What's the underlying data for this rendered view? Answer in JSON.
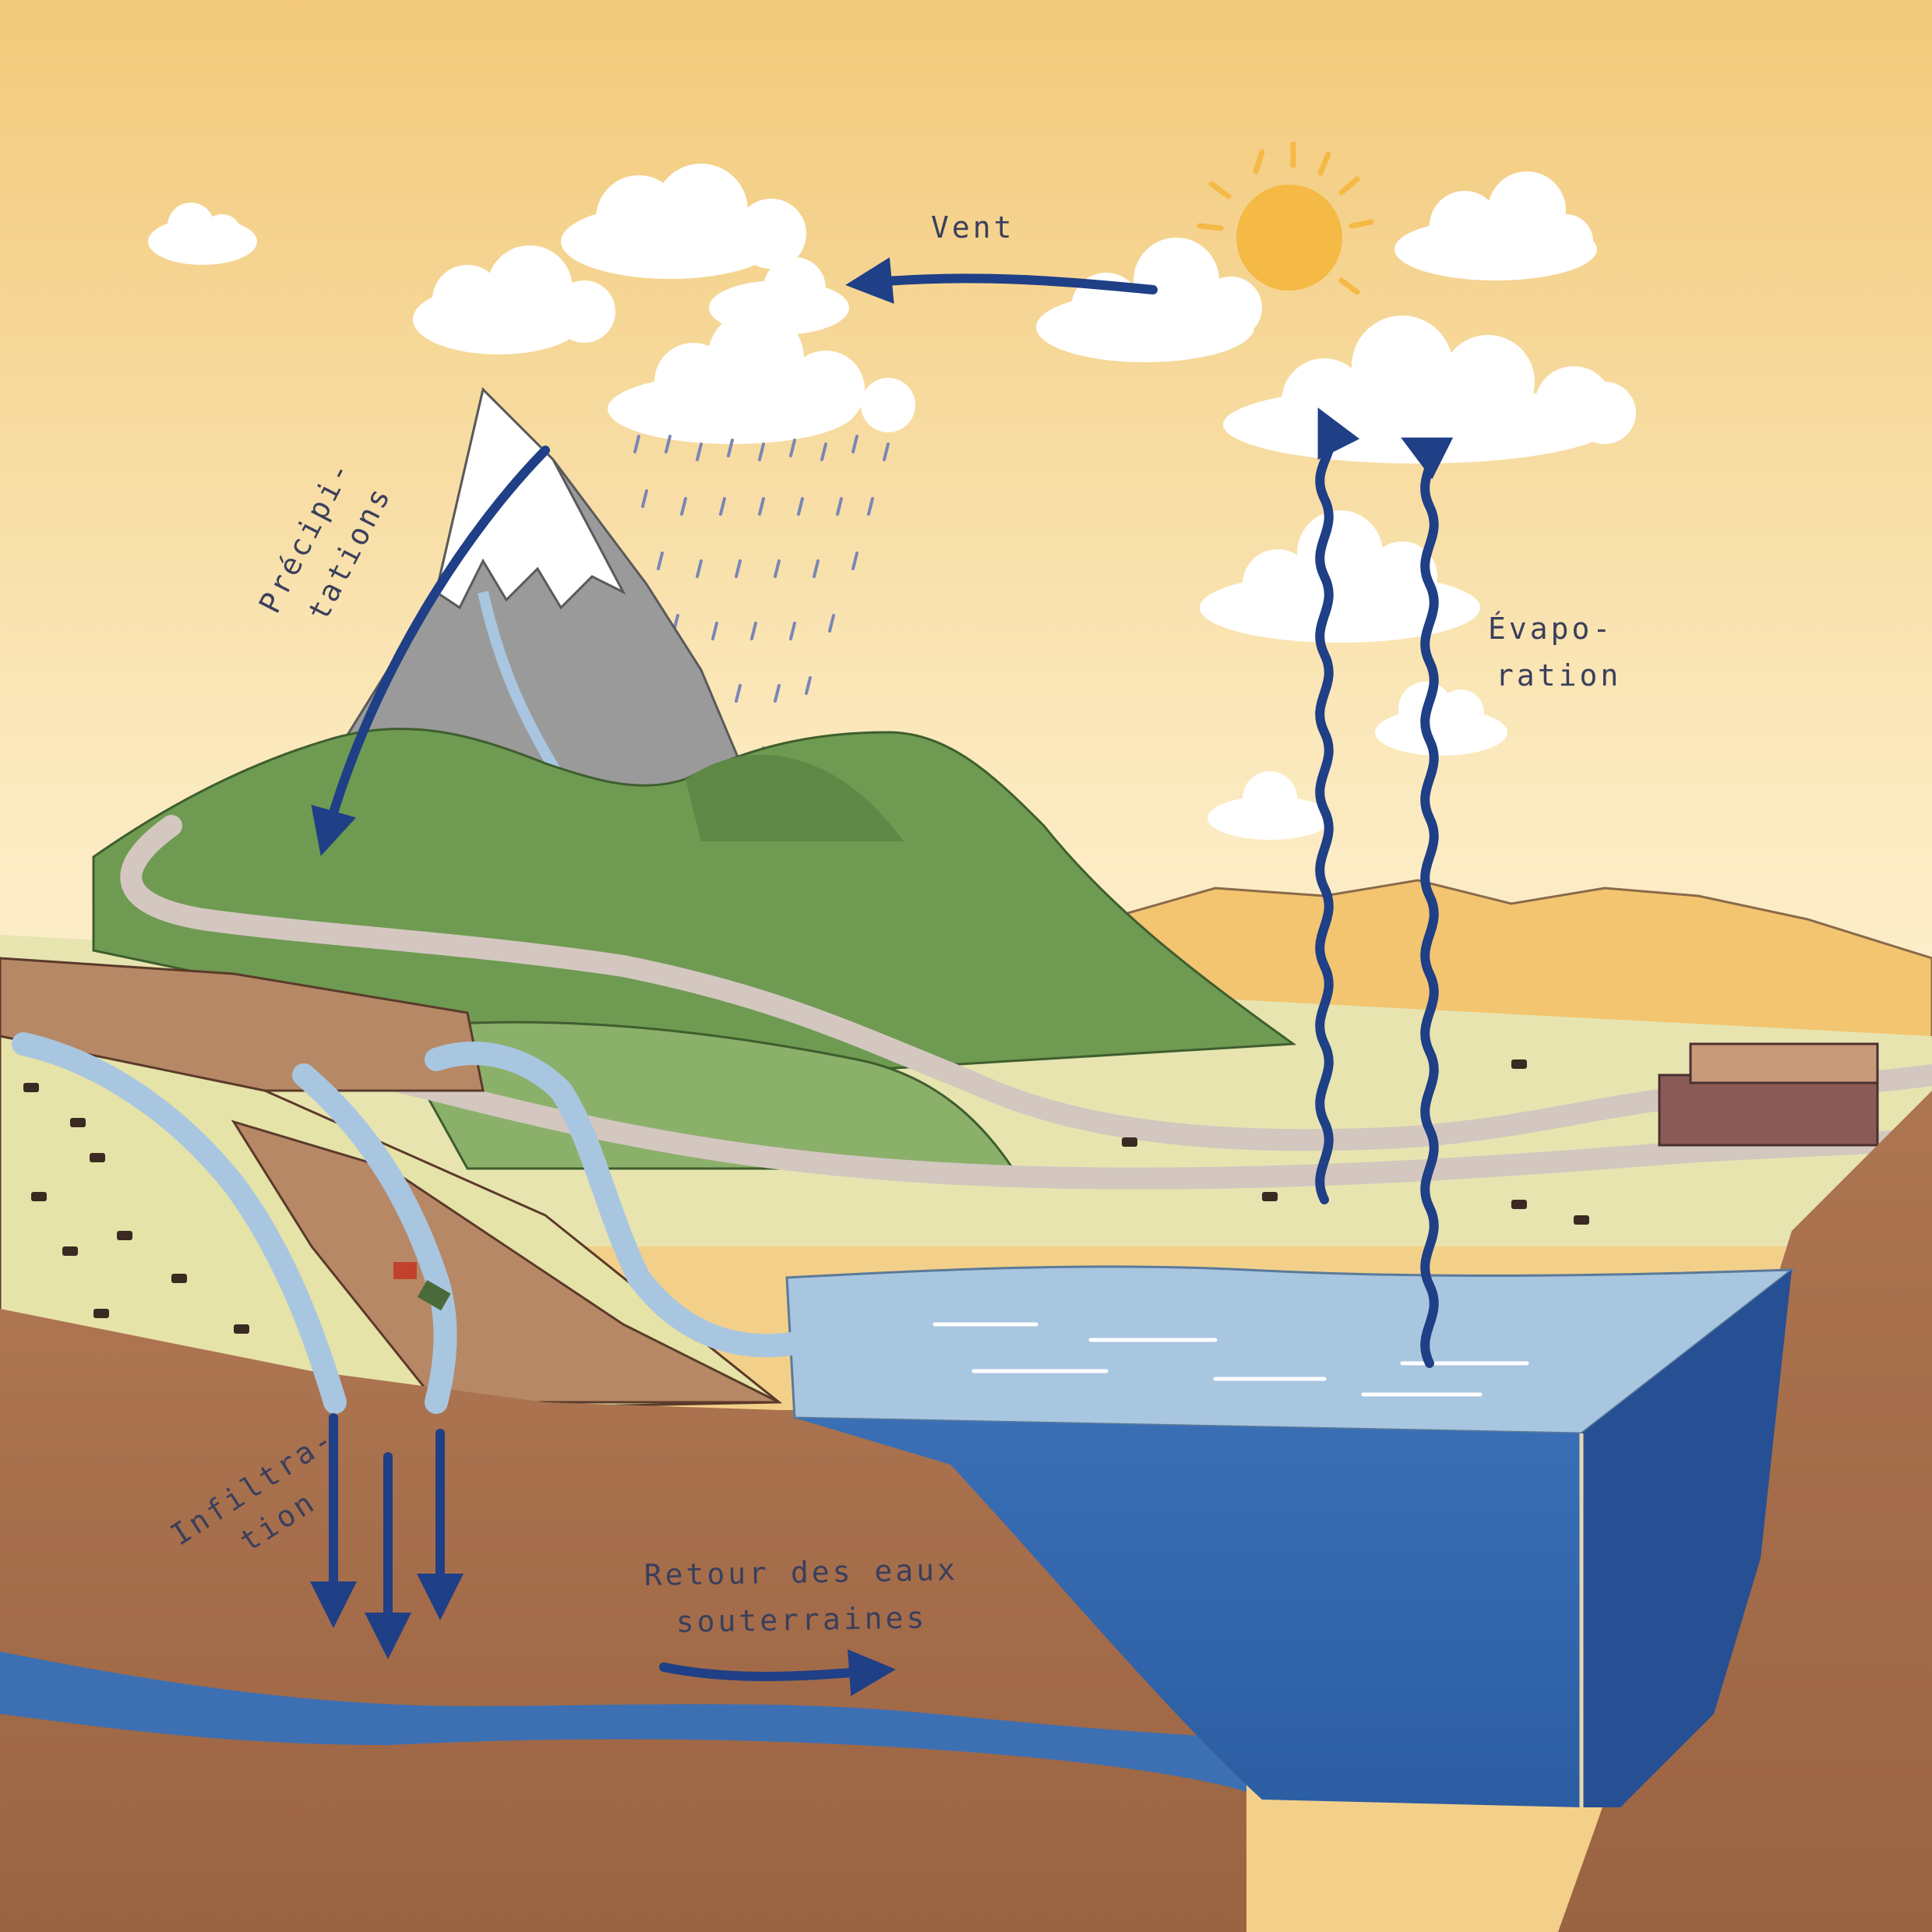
{
  "labels": {
    "wind": "Vent",
    "precipitation_line1": "Précipi-",
    "precipitation_line2": "tations",
    "evaporation_line1": "Évapo-",
    "evaporation_line2": "ration",
    "infiltration_line1": "Infiltra-",
    "infiltration_line2": "tion",
    "groundwater_line1": "Retour des eaux",
    "groundwater_line2": "souterraines"
  },
  "colors": {
    "sky_top": "#f2c97a",
    "sky_bottom": "#fbedc8",
    "arrow": "#1f3f86",
    "soil": "#a9714d",
    "lake_surface": "#a9c6e0",
    "lake_deep": "#2e62a8",
    "forest": "#6f9a52",
    "mountain": "#9a9a9a",
    "snow": "#ffffff",
    "distant_hills": "#f3c570",
    "sun": "#f5b945",
    "label_text": "#3a3f5c"
  }
}
